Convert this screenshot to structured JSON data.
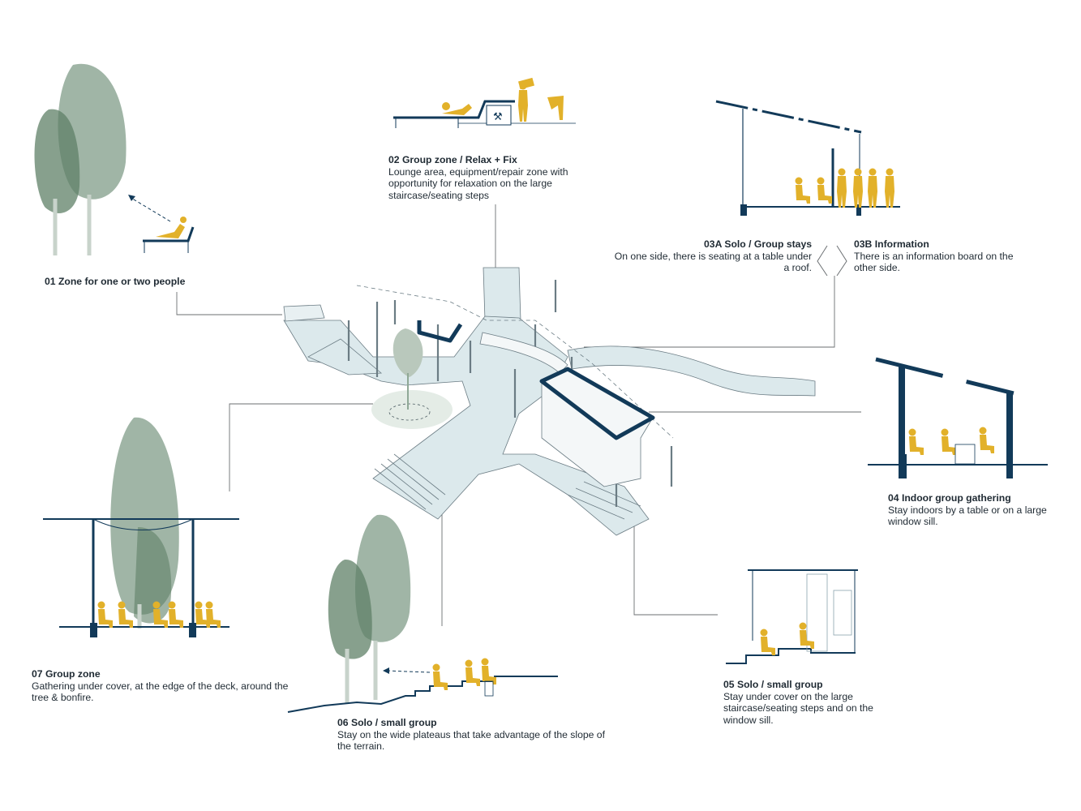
{
  "zones": [
    {
      "id": "01",
      "title": "01 Zone for one or two people",
      "desc": ""
    },
    {
      "id": "02",
      "title": "02 Group zone / Relax + Fix",
      "desc": "Lounge area, equipment/repair zone with opportunity for relaxation on the large staircase/seating steps"
    },
    {
      "id": "03A",
      "title": "03A Solo / Group stays",
      "desc": "On one side, there is seating at a table under a roof."
    },
    {
      "id": "03B",
      "title": "03B Information",
      "desc": "There is an information board on the other side."
    },
    {
      "id": "04",
      "title": "04 Indoor group gathering",
      "desc": "Stay indoors by a table or on a large window sill."
    },
    {
      "id": "05",
      "title": "05 Solo / small group",
      "desc": "Stay under cover on the large staircase/seating steps and on the window sill."
    },
    {
      "id": "06",
      "title": "06 Solo / small group",
      "desc": "Stay on the wide plateaus that take advantage of the slope of the terrain."
    },
    {
      "id": "07",
      "title": "07 Group zone",
      "desc": "Gathering under cover, at the edge of the deck, around the tree & bonfire."
    }
  ],
  "colors": {
    "navy": "#123a59",
    "figure": "#e2b12a",
    "tree": "#8fa896",
    "tree_dark": "#5f8067",
    "deck": "#dce9ec",
    "line": "#6b6f72"
  },
  "icons": [
    "wrench-icon",
    "arrow-dashed-icon"
  ]
}
